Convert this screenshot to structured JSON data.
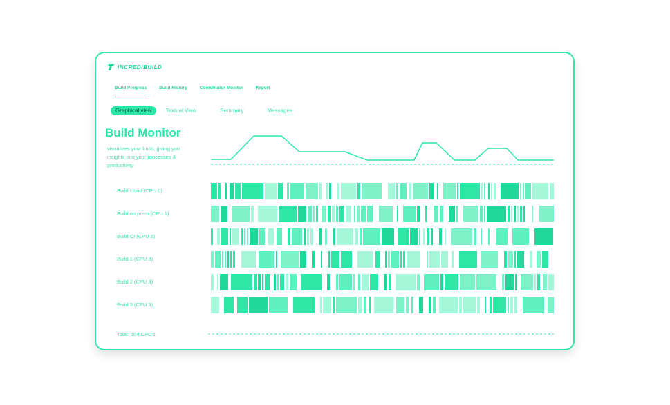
{
  "app": {
    "logo_text": "INCREDIBUILD",
    "brand_color": "#2ee6a6"
  },
  "nav": {
    "tabs": [
      {
        "label": "Build Progress",
        "active": true
      },
      {
        "label": "Build History",
        "active": false
      },
      {
        "label": "Coordinator Monitor",
        "active": false
      },
      {
        "label": "Report",
        "active": false
      }
    ]
  },
  "subtabs": [
    {
      "label": "Graphical view",
      "active": true
    },
    {
      "label": "Textual View",
      "active": false
    },
    {
      "label": "Summary",
      "active": false
    },
    {
      "label": "Messages",
      "active": false
    }
  ],
  "main": {
    "title": "Build Monitor",
    "description": "visualizes your build, giving you insights into your processes & productivity."
  },
  "rows": [
    {
      "label": "Build cloud (CPU 0)"
    },
    {
      "label": "Build on prem (CPU 1)"
    },
    {
      "label": "Build CI (CPU 2)"
    },
    {
      "label": "Build 1 (CPU 3)"
    },
    {
      "label": "Build 2 (CPU 3)"
    },
    {
      "label": "Build 3 (CPU 3)"
    }
  ],
  "footer": {
    "total": "Total: 104 CPU's"
  }
}
